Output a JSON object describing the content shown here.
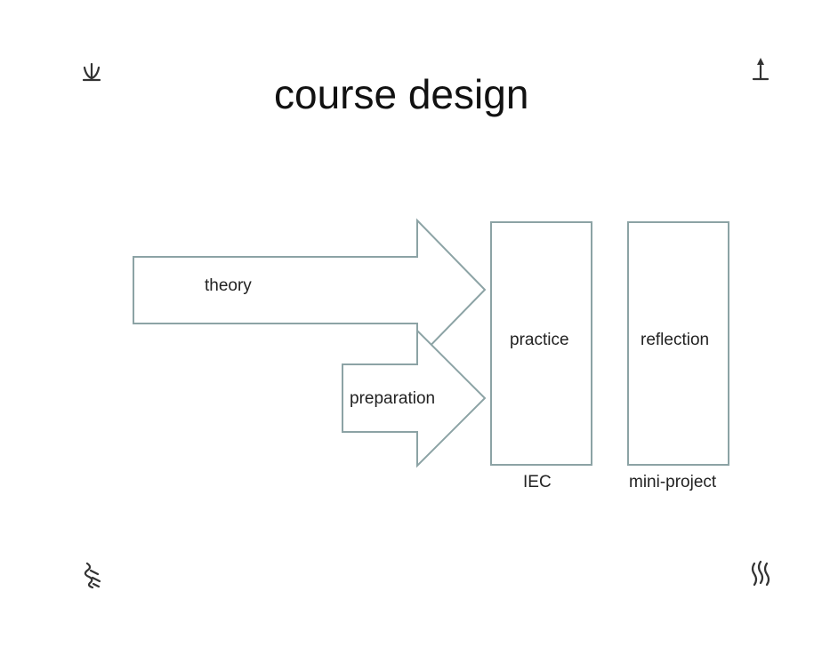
{
  "slide": {
    "title": "course design"
  },
  "diagram": {
    "arrows": [
      {
        "label": "theory"
      },
      {
        "label": "preparation"
      }
    ],
    "boxes": [
      {
        "label": "practice",
        "caption": "IEC"
      },
      {
        "label": "reflection",
        "caption": "mini-project"
      }
    ],
    "colors": {
      "shape_stroke": "#8ca3a5",
      "text": "#222222",
      "ornament": "#333333"
    }
  },
  "ornaments": [
    {
      "icon": "sprout-glyph-icon"
    },
    {
      "icon": "upright-glyph-icon"
    },
    {
      "icon": "squiggle-glyph-icon"
    },
    {
      "icon": "wavy-lines-glyph-icon"
    }
  ]
}
